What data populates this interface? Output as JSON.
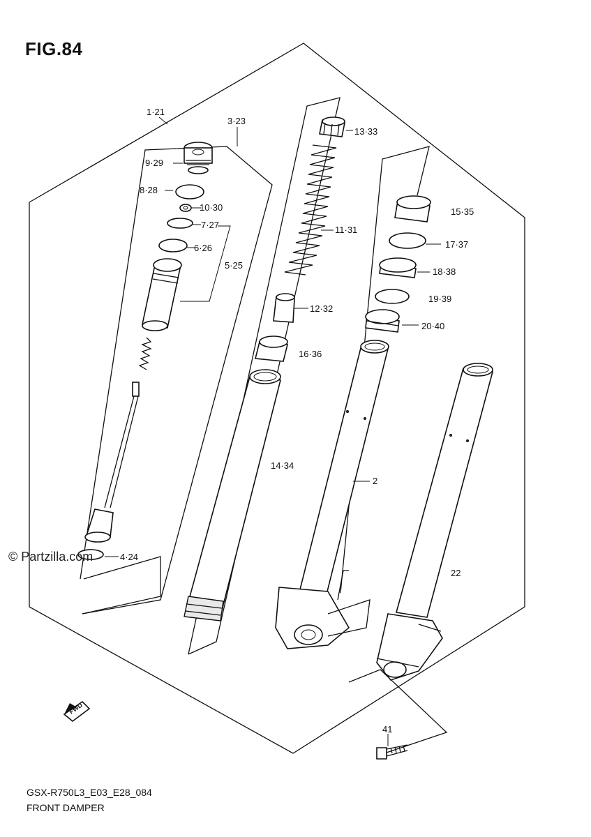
{
  "figure": {
    "title": "FIG.84",
    "code": "GSX-R750L3_E03_E28_084",
    "name": "FRONT DAMPER",
    "watermark": "© Partzilla.com",
    "fwd_arrow": "FWD"
  },
  "callouts": {
    "c1_21": "1·21",
    "c3_23": "3·23",
    "c9_29": "9·29",
    "c8_28": "8·28",
    "c10_30": "10·30",
    "c7_27": "7·27",
    "c6_26": "6·26",
    "c5_25": "5·25",
    "c4_24": "4·24",
    "c13_33": "13·33",
    "c11_31": "11·31",
    "c12_32": "12·32",
    "c16_36": "16·36",
    "c14_34": "14·34",
    "c15_35": "15·35",
    "c17_37": "17·37",
    "c18_38": "18·38",
    "c19_39": "19·39",
    "c20_40": "20·40",
    "c2": "2",
    "c22": "22",
    "c41": "41"
  }
}
